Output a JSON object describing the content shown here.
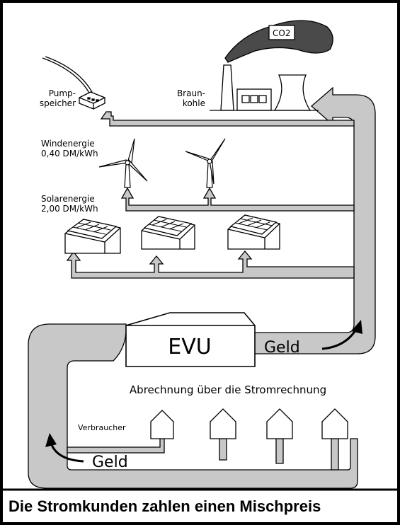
{
  "diagram": {
    "co2_label": "CO2",
    "pumpspeicher_label": [
      "Pump-",
      "speicher"
    ],
    "braunkohle_label": [
      "Braun-",
      "kohle"
    ],
    "windenergie_label": [
      "Windenergie",
      "0,40 DM/kWh"
    ],
    "solarenergie_label": [
      "Solarenergie",
      "2,00 DM/kWh"
    ],
    "evu_label": "EVU",
    "geld_right_label": "Geld",
    "geld_left_label": "Geld",
    "abrechnung_label": "Abrechnung über die Stromrechnung",
    "verbraucher_label": "Verbraucher"
  },
  "caption": "Die Stromkunden zahlen einen Mischpreis",
  "colors": {
    "flow": "#c8c8c8",
    "smoke": "#4a4a4a",
    "outline": "#000000",
    "background": "#ffffff"
  }
}
